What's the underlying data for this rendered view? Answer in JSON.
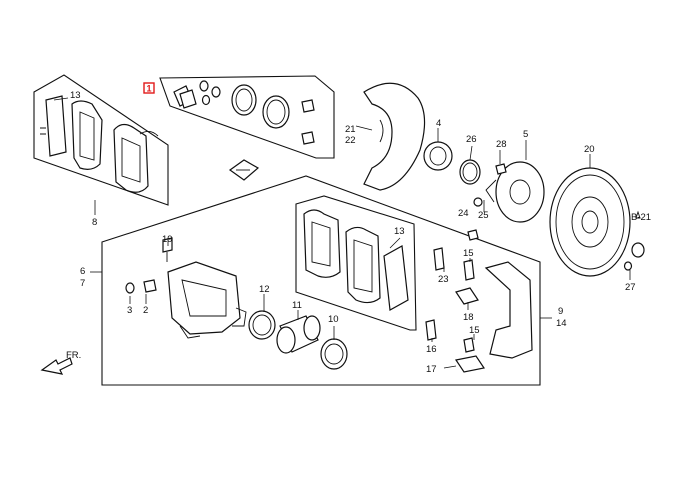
{
  "diagram": {
    "highlight_color": "#e11a1a",
    "line_color": "#111111",
    "highlight_marker": "1",
    "direction_label": "FR.",
    "reference_label": "B-21",
    "callouts": {
      "c13_top": "13",
      "c8": "8",
      "c21": "21",
      "c22": "22",
      "c4": "4",
      "c26": "26",
      "c28": "28",
      "c5": "5",
      "c20": "20",
      "c24": "24",
      "c25": "25",
      "c19": "19",
      "c6": "6",
      "c7": "7",
      "c3": "3",
      "c2": "2",
      "c12": "12",
      "c11": "11",
      "c10": "10",
      "c13_mid": "13",
      "c23": "23",
      "c15_top": "15",
      "c18": "18",
      "c16": "16",
      "c15_bottom": "15",
      "c17": "17",
      "c9": "9",
      "c14": "14",
      "c27": "27"
    }
  }
}
